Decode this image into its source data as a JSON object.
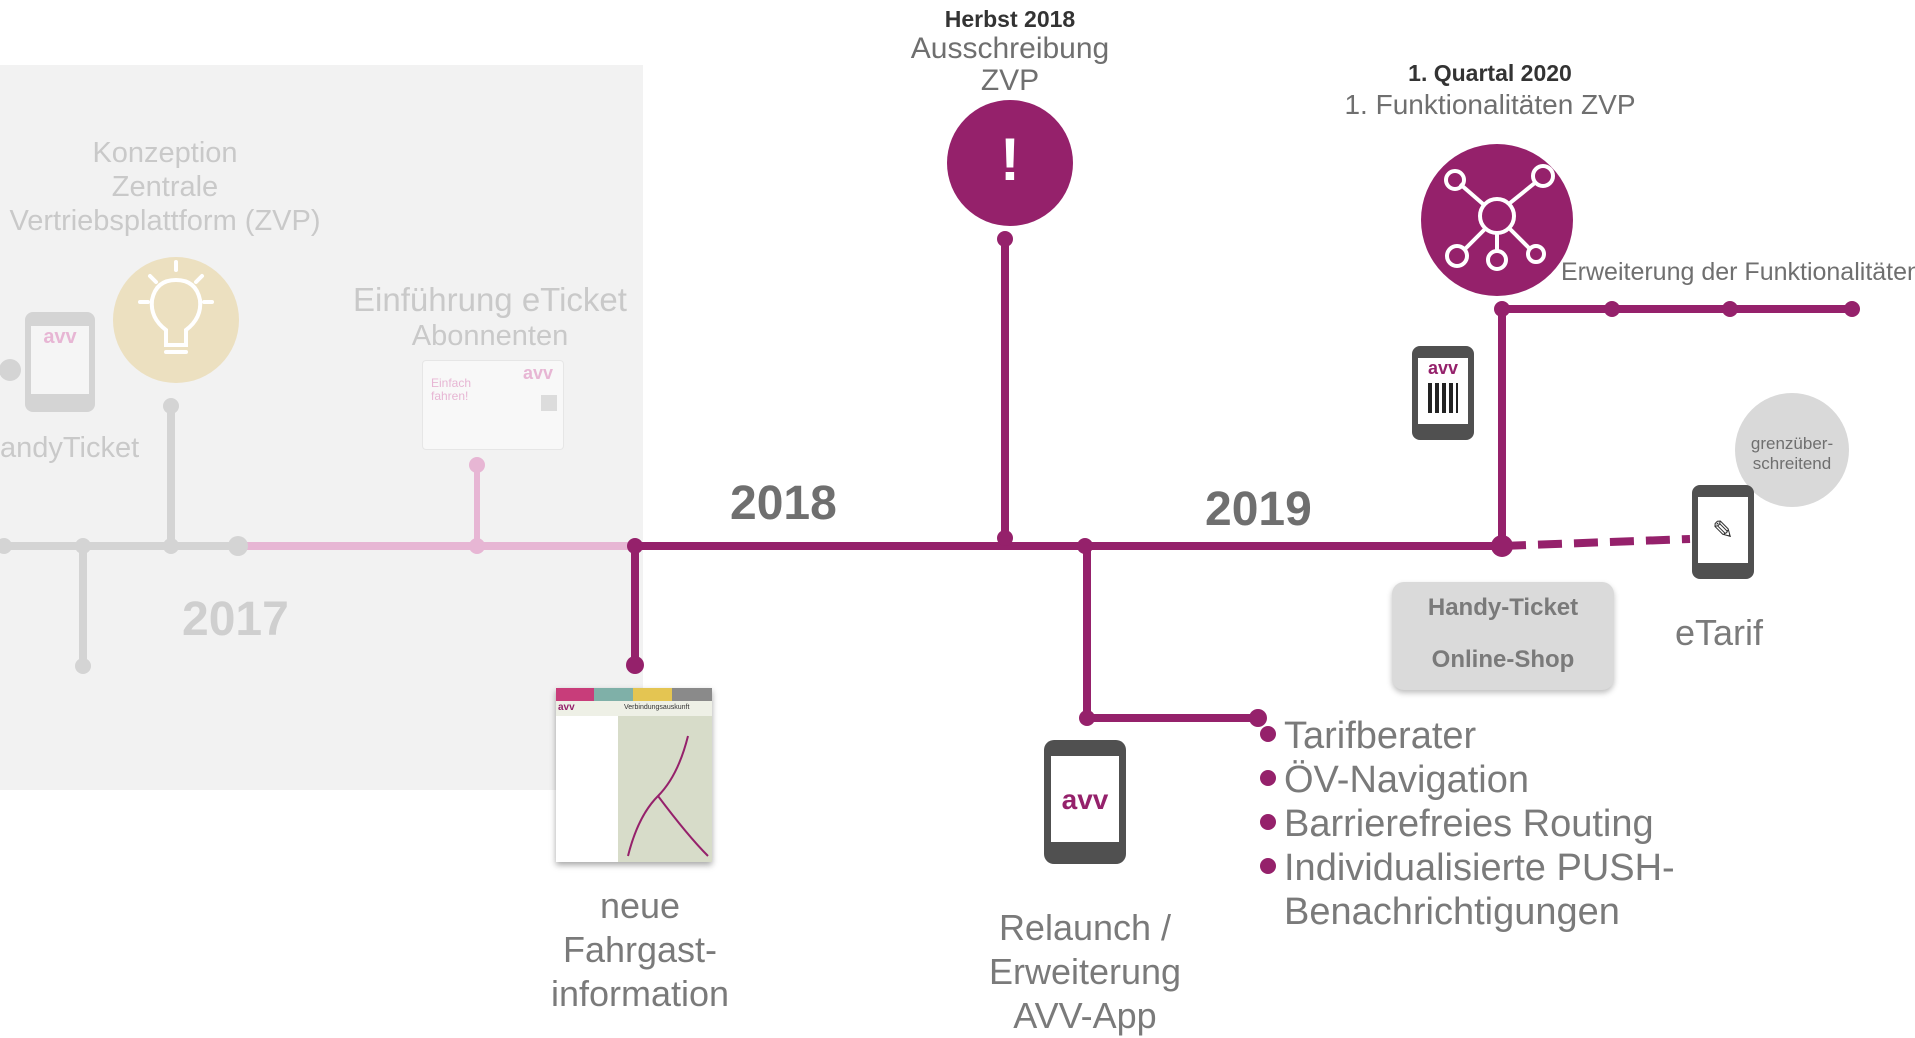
{
  "colors": {
    "accent": "#95216b",
    "accent_faded": "#e7b6d4",
    "gray_line": "#cfcfcf",
    "text_gray": "#6f6f6f",
    "bulb_yellow": "#e9d39e",
    "ghost_text": "#c9c9c9"
  },
  "milestones": {
    "herbst2018": {
      "date": "Herbst 2018",
      "line1": "Ausschreibung",
      "line2": "ZVP",
      "icon": "exclamation-icon",
      "symbol": "!"
    },
    "q1_2020": {
      "date": "1. Quartal 2020",
      "title": "1. Funktionalitäten ZVP",
      "extension": "Erweiterung der Funktionalitäten",
      "icon": "network-icon"
    }
  },
  "past": {
    "konzeption": {
      "line1": "Konzeption",
      "line2": "Zentrale",
      "line3": "Vertriebsplattform (ZVP)",
      "icon": "lightbulb-icon"
    },
    "eticket": {
      "line1": "Einführung eTicket",
      "line2": "Abonnenten",
      "card_text1": "Einfach",
      "card_text2": "fahren!",
      "card_logo": "avv"
    },
    "handyticket": {
      "label": "andyTicket",
      "icon_logo": "avv"
    },
    "year": "2017"
  },
  "years": {
    "y2018": "2018",
    "y2019": "2019"
  },
  "fahrgast": {
    "line1": "neue",
    "line2": "Fahrgast-",
    "line3": "information",
    "screen_title": "Verbindungsauskunft",
    "screen_logo": "avv"
  },
  "app": {
    "line1": "Relaunch /",
    "line2": "Erweiterung",
    "line3": "AVV-App",
    "logo": "avv"
  },
  "features": [
    "Tarifberater",
    "ÖV-Navigation",
    "Barrierefreies Routing",
    "Individualisierte PUSH-",
    "Benachrichtigungen"
  ],
  "handy_shop": {
    "line1": "Handy-Ticket",
    "line2": "Online-Shop"
  },
  "etarif": {
    "label": "eTarif",
    "badge_line1": "grenzüber-",
    "badge_line2": "schreitend"
  },
  "qr_phone": {
    "logo": "avv"
  }
}
